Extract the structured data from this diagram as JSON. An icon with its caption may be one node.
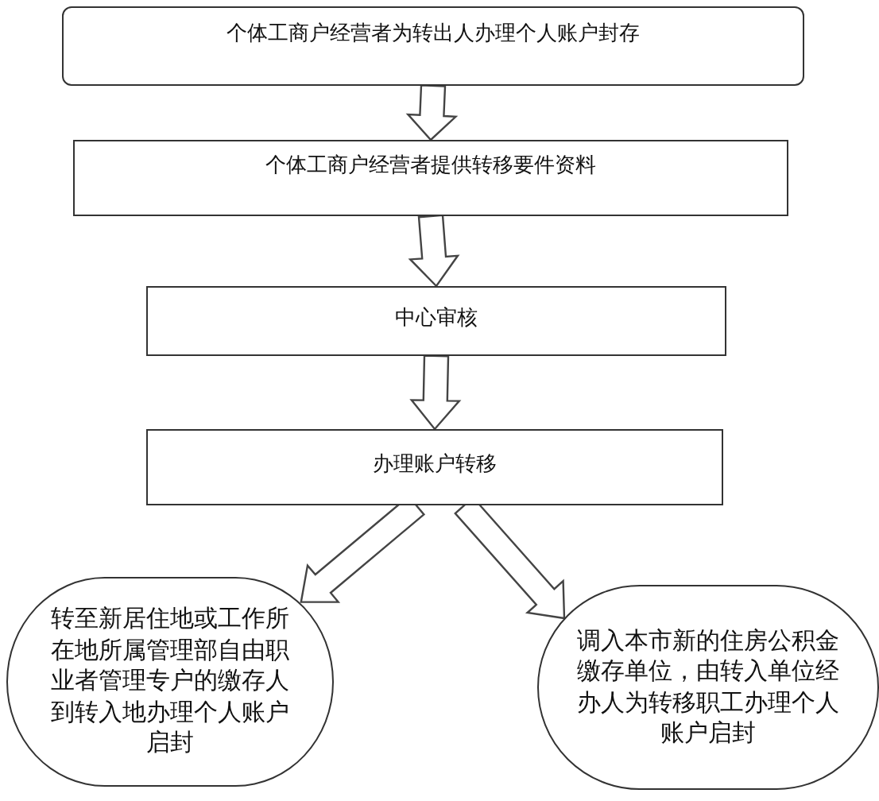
{
  "diagram": {
    "nodes": [
      {
        "text": [
          "个体工商户经营者为转出人办理个人账户封存"
        ]
      },
      {
        "text": [
          "个体工商户经营者提供转移要件资料"
        ]
      },
      {
        "text": [
          "中心审核"
        ]
      },
      {
        "text": [
          "办理账户转移"
        ]
      },
      {
        "text": [
          "转至新居住地或工作所在地所属管理部自由职业者管理专户的缴存人到转入地办理个人账户启封"
        ]
      },
      {
        "text": [
          "调入本市新的住房公积金缴存单位，由转入单位经办人为转移职工办理个人账户启封"
        ]
      }
    ],
    "edges": [
      {
        "from": 0,
        "to": 1,
        "arrow": "to"
      },
      {
        "from": 1,
        "to": 2,
        "arrow": "to"
      },
      {
        "from": 2,
        "to": 3,
        "arrow": "to"
      },
      {
        "from": 3,
        "to": 4,
        "arrow": "to"
      },
      {
        "from": 3,
        "to": 5,
        "arrow": "to"
      }
    ]
  }
}
